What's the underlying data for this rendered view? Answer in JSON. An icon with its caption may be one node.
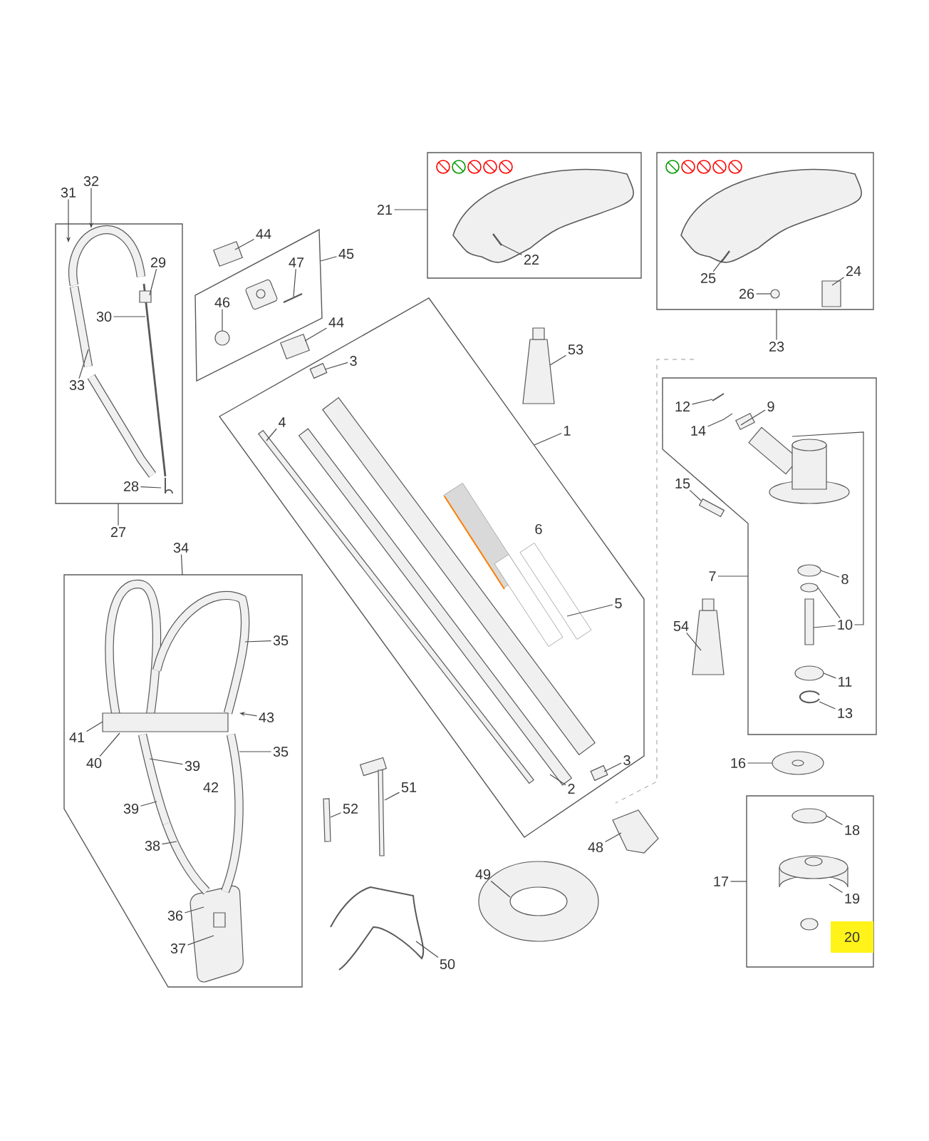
{
  "diagram": {
    "nodes": [
      {
        "text": [],
        "shape": "box"
      },
      {
        "text": [
          "31"
        ]
      },
      {
        "text": [
          "32"
        ]
      },
      {
        "text": [
          "29"
        ],
        "in": 0
      },
      {
        "text": [
          "30"
        ],
        "in": 0
      },
      {
        "text": [
          "33"
        ],
        "in": 0
      },
      {
        "text": [
          "28"
        ],
        "in": 0
      },
      {
        "text": [
          "27"
        ]
      },
      {
        "text": [],
        "shape": "box"
      },
      {
        "text": [
          "44"
        ]
      },
      {
        "text": [
          "47"
        ],
        "in": 8
      },
      {
        "text": [
          "46"
        ],
        "in": 8
      },
      {
        "text": [
          "45"
        ]
      },
      {
        "text": [
          "44"
        ]
      },
      {
        "text": [],
        "shape": "box"
      },
      {
        "text": [
          "21"
        ]
      },
      {
        "text": [
          "22"
        ],
        "in": 14
      },
      {
        "text": [],
        "shape": "box"
      },
      {
        "text": [
          "25"
        ],
        "in": 17
      },
      {
        "text": [
          "24"
        ],
        "in": 17
      },
      {
        "text": [
          "26"
        ],
        "in": 17
      },
      {
        "text": [
          "23"
        ]
      },
      {
        "text": [
          "53"
        ]
      },
      {
        "text": [],
        "shape": "box"
      },
      {
        "text": [
          "1"
        ]
      },
      {
        "text": [
          "3"
        ],
        "in": 23
      },
      {
        "text": [
          "4"
        ],
        "in": 23
      },
      {
        "text": [
          "6"
        ],
        "in": 23
      },
      {
        "text": [
          "5"
        ],
        "in": 23
      },
      {
        "text": [
          "2"
        ],
        "in": 23
      },
      {
        "text": [
          "3"
        ],
        "in": 23
      },
      {
        "text": [],
        "shape": "box"
      },
      {
        "text": [
          "12"
        ],
        "in": 31
      },
      {
        "text": [
          "9"
        ],
        "in": 31
      },
      {
        "text": [
          "14"
        ],
        "in": 31
      },
      {
        "text": [
          "15"
        ]
      },
      {
        "text": [
          "7"
        ]
      },
      {
        "text": [
          "8"
        ],
        "in": 31
      },
      {
        "text": [
          "10"
        ],
        "in": 31
      },
      {
        "text": [
          "54"
        ]
      },
      {
        "text": [
          "11"
        ],
        "in": 31
      },
      {
        "text": [
          "13"
        ],
        "in": 31
      },
      {
        "text": [
          "16"
        ]
      },
      {
        "text": [],
        "shape": "box"
      },
      {
        "text": [
          "17"
        ]
      },
      {
        "text": [
          "18"
        ],
        "in": 43
      },
      {
        "text": [
          "19"
        ],
        "in": 43
      },
      {
        "text": [
          "20"
        ],
        "in": 43
      },
      {
        "text": [],
        "shape": "box"
      },
      {
        "text": [
          "34"
        ]
      },
      {
        "text": [
          "35"
        ],
        "in": 48
      },
      {
        "text": [
          "41"
        ],
        "in": 48
      },
      {
        "text": [
          "43"
        ],
        "in": 48
      },
      {
        "text": [
          "35"
        ],
        "in": 48
      },
      {
        "text": [
          "40"
        ],
        "in": 48
      },
      {
        "text": [
          "39"
        ],
        "in": 48
      },
      {
        "text": [
          "42"
        ],
        "in": 48
      },
      {
        "text": [
          "39"
        ],
        "in": 48
      },
      {
        "text": [
          "38"
        ],
        "in": 48
      },
      {
        "text": [
          "36"
        ],
        "in": 48
      },
      {
        "text": [
          "37"
        ],
        "in": 48
      },
      {
        "text": [
          "51"
        ]
      },
      {
        "text": [
          "52"
        ]
      },
      {
        "text": [
          "48"
        ]
      },
      {
        "text": [
          "49"
        ]
      },
      {
        "text": [
          "50"
        ]
      },
      {
        "text": [],
        "shape": "picture",
        "in": 0
      },
      {
        "text": [],
        "shape": "picture"
      },
      {
        "text": [],
        "shape": "picture",
        "in": 8
      },
      {
        "text": [],
        "shape": "picture",
        "in": 8
      },
      {
        "text": [],
        "shape": "circle",
        "in": 8
      },
      {
        "text": [],
        "shape": "picture"
      },
      {
        "text": [],
        "shape": "picture",
        "in": 14
      },
      {
        "text": [],
        "shape": "picture",
        "in": 72
      },
      {
        "text": [],
        "shape": "picture",
        "in": 17
      },
      {
        "text": [],
        "shape": "box",
        "in": 17
      },
      {
        "text": [],
        "shape": "circle",
        "in": 17
      },
      {
        "text": [],
        "shape": "picture"
      },
      {
        "text": [],
        "shape": "picture",
        "in": 23
      },
      {
        "text": [],
        "shape": "picture",
        "in": 23
      },
      {
        "text": [],
        "shape": "picture",
        "in": 23
      },
      {
        "text": [],
        "shape": "picture",
        "in": 23
      },
      {
        "text": [],
        "shape": "picture",
        "in": 23
      },
      {
        "text": [],
        "shape": "picture",
        "in": 31
      },
      {
        "text": [],
        "shape": "picture",
        "in": 31
      },
      {
        "text": [],
        "shape": "picture",
        "in": 31
      },
      {
        "text": [],
        "shape": "picture"
      },
      {
        "text": [],
        "shape": "circle",
        "in": 31
      },
      {
        "text": [],
        "shape": "circle",
        "in": 31
      },
      {
        "text": [],
        "shape": "box",
        "in": 31
      },
      {
        "text": [],
        "shape": "picture"
      },
      {
        "text": [],
        "shape": "circle",
        "in": 31
      },
      {
        "text": [],
        "shape": "picture",
        "in": 31
      },
      {
        "text": [],
        "shape": "picture"
      },
      {
        "text": [],
        "shape": "circle",
        "in": 43
      },
      {
        "text": [],
        "shape": "picture",
        "in": 43
      },
      {
        "text": [],
        "shape": "picture",
        "in": 48
      },
      {
        "text": [],
        "shape": "picture",
        "in": 48
      },
      {
        "text": [],
        "shape": "picture"
      },
      {
        "text": [],
        "shape": "box"
      },
      {
        "text": [],
        "shape": "picture"
      },
      {
        "text": [],
        "shape": "picture"
      },
      {
        "text": [],
        "shape": "picture"
      },
      {
        "text": [],
        "shape": "picture",
        "in": 31
      },
      {
        "text": [],
        "shape": "picture",
        "in": 48
      },
      {
        "text": [],
        "shape": "picture",
        "in": 48
      },
      {
        "text": [],
        "shape": "picture",
        "in": 48
      },
      {
        "text": [],
        "shape": "picture",
        "in": 0
      },
      {
        "text": [],
        "shape": "picture",
        "in": 0
      },
      {
        "text": [],
        "shape": "picture",
        "in": 0
      }
    ],
    "edges": [
      {
        "from": 1,
        "to": 66,
        "arrow": "to"
      },
      {
        "from": 2,
        "to": 66,
        "arrow": "to"
      },
      {
        "from": 3,
        "to": 107,
        "arrow": "none"
      },
      {
        "from": 4,
        "to": 107,
        "arrow": "none"
      },
      {
        "from": 5,
        "to": 108,
        "arrow": "none"
      },
      {
        "from": 6,
        "to": 109,
        "arrow": "none"
      },
      {
        "from": 7,
        "to": 0,
        "arrow": "none"
      },
      {
        "from": 9,
        "to": 67,
        "arrow": "none"
      },
      {
        "from": 10,
        "to": 69,
        "arrow": "none"
      },
      {
        "from": 11,
        "to": 70,
        "arrow": "none"
      },
      {
        "from": 12,
        "to": 8,
        "arrow": "none"
      },
      {
        "from": 13,
        "to": 71,
        "arrow": "none"
      },
      {
        "from": 15,
        "to": 14,
        "arrow": "none"
      },
      {
        "from": 16,
        "to": 73,
        "arrow": "none"
      },
      {
        "from": 18,
        "to": 74,
        "arrow": "none"
      },
      {
        "from": 19,
        "to": 75,
        "arrow": "none"
      },
      {
        "from": 20,
        "to": 76,
        "arrow": "none"
      },
      {
        "from": 21,
        "to": 17,
        "arrow": "none"
      },
      {
        "from": 22,
        "to": 77,
        "arrow": "none"
      },
      {
        "from": 24,
        "to": 23,
        "arrow": "none"
      },
      {
        "from": 25,
        "to": 78,
        "arrow": "none"
      },
      {
        "from": 26,
        "to": 79,
        "arrow": "none"
      },
      {
        "from": 28,
        "to": 80,
        "arrow": "none"
      },
      {
        "from": 29,
        "to": 81,
        "arrow": "none"
      },
      {
        "from": 30,
        "to": 82,
        "arrow": "none"
      },
      {
        "from": 32,
        "to": 83,
        "arrow": "none"
      },
      {
        "from": 33,
        "to": 84,
        "arrow": "none"
      },
      {
        "from": 34,
        "to": 85,
        "arrow": "none"
      },
      {
        "from": 35,
        "to": 86,
        "arrow": "none"
      },
      {
        "from": 36,
        "to": 31,
        "arrow": "none"
      },
      {
        "from": 37,
        "to": 87,
        "arrow": "none"
      },
      {
        "from": 38,
        "to": 88,
        "arrow": "none"
      },
      {
        "from": 38,
        "to": 89,
        "arrow": "none"
      },
      {
        "from": 39,
        "to": 90,
        "arrow": "none"
      },
      {
        "from": 40,
        "to": 91,
        "arrow": "none"
      },
      {
        "from": 41,
        "to": 92,
        "arrow": "none"
      },
      {
        "from": 42,
        "to": 93,
        "arrow": "none"
      },
      {
        "from": 44,
        "to": 43,
        "arrow": "none"
      },
      {
        "from": 45,
        "to": 94,
        "arrow": "none"
      },
      {
        "from": 46,
        "to": 95,
        "arrow": "none"
      },
      {
        "from": 49,
        "to": 48,
        "arrow": "none"
      },
      {
        "from": 50,
        "to": 96,
        "arrow": "none"
      },
      {
        "from": 51,
        "to": 96,
        "arrow": "none"
      },
      {
        "from": 52,
        "to": 96,
        "arrow": "to"
      },
      {
        "from": 53,
        "to": 106,
        "arrow": "none"
      },
      {
        "from": 54,
        "to": 96,
        "arrow": "none"
      },
      {
        "from": 55,
        "to": 104,
        "arrow": "none"
      },
      {
        "from": 57,
        "to": 104,
        "arrow": "none"
      },
      {
        "from": 58,
        "to": 105,
        "arrow": "none"
      },
      {
        "from": 59,
        "to": 97,
        "arrow": "none"
      },
      {
        "from": 60,
        "to": 97,
        "arrow": "none"
      },
      {
        "from": 61,
        "to": 98,
        "arrow": "none"
      },
      {
        "from": 62,
        "to": 99,
        "arrow": "none"
      },
      {
        "from": 63,
        "to": 100,
        "arrow": "none"
      },
      {
        "from": 64,
        "to": 101,
        "arrow": "none"
      },
      {
        "from": 65,
        "to": 102,
        "arrow": "none"
      },
      {
        "from": 38,
        "to": 103,
        "arrow": "none"
      }
    ]
  }
}
